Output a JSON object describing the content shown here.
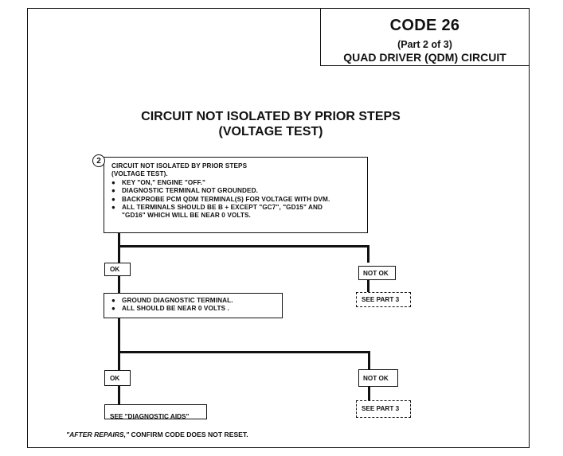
{
  "header": {
    "code": "CODE 26",
    "part": "(Part 2 of 3)",
    "circuit": "QUAD DRIVER (QDM) CIRCUIT"
  },
  "title": {
    "line1": "CIRCUIT NOT ISOLATED BY PRIOR STEPS",
    "line2": "(VOLTAGE TEST)"
  },
  "step": {
    "number": "2",
    "heading1": "CIRCUIT NOT ISOLATED BY PRIOR STEPS",
    "heading2": "(VOLTAGE TEST).",
    "bullets": [
      "KEY \"ON,\" ENGINE \"OFF.\"",
      "DIAGNOSTIC TERMINAL NOT GROUNDED.",
      "BACKPROBE PCM QDM TERMINAL(S) FOR VOLTAGE WITH DVM.",
      "ALL TERMINALS SHOULD BE B + EXCEPT \"GC7\", \"GD15\" AND"
    ],
    "bullet4_cont": "\"GD16\" WHICH WILL BE NEAR 0 VOLTS."
  },
  "branch1": {
    "ok": "OK",
    "not_ok": "NOT OK",
    "see": "SEE PART 3",
    "action_bullets": [
      "GROUND DIAGNOSTIC TERMINAL.",
      "ALL SHOULD BE NEAR 0 VOLTS ."
    ]
  },
  "branch2": {
    "ok": "OK",
    "not_ok": "NOT OK",
    "see": "SEE PART 3",
    "diag": "SEE \"DIAGNOSTIC AIDS\""
  },
  "footer": {
    "italic": "\"AFTER REPAIRS,\"",
    "rest": " CONFIRM CODE DOES NOT RESET."
  },
  "bullet_glyph": "●"
}
